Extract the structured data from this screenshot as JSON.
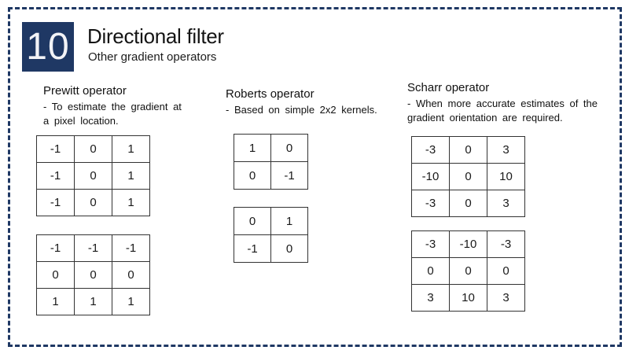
{
  "slide": {
    "number": "10",
    "title": "Directional filter",
    "subtitle": "Other gradient operators",
    "accent_color": "#1f3864"
  },
  "operators": [
    {
      "name": "Prewitt operator",
      "description_lines": [
        "- To estimate the gradient at",
        "a pixel location."
      ],
      "kernels": [
        [
          [
            -1,
            0,
            1
          ],
          [
            -1,
            0,
            1
          ],
          [
            -1,
            0,
            1
          ]
        ],
        [
          [
            -1,
            -1,
            -1
          ],
          [
            0,
            0,
            0
          ],
          [
            1,
            1,
            1
          ]
        ]
      ]
    },
    {
      "name": "Roberts operator",
      "description_lines": [
        "- Based on simple 2x2 kernels."
      ],
      "kernels": [
        [
          [
            1,
            0
          ],
          [
            0,
            -1
          ]
        ],
        [
          [
            0,
            1
          ],
          [
            -1,
            0
          ]
        ]
      ]
    },
    {
      "name": "Scharr operator",
      "description_lines": [
        "- When more accurate estimates of the",
        "gradient orientation are required."
      ],
      "kernels": [
        [
          [
            -3,
            0,
            3
          ],
          [
            -10,
            0,
            10
          ],
          [
            -3,
            0,
            3
          ]
        ],
        [
          [
            -3,
            -10,
            -3
          ],
          [
            0,
            0,
            0
          ],
          [
            3,
            10,
            3
          ]
        ]
      ]
    }
  ]
}
